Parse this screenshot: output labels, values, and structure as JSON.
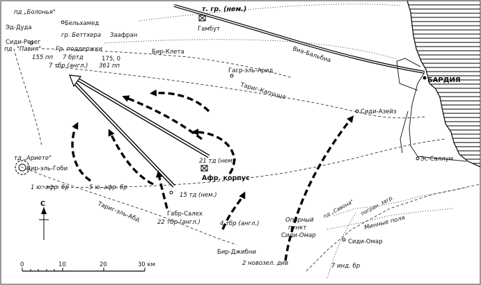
{
  "labels": {
    "bolonya": "пд „Болонья\"",
    "ed_duda": "Эд-Дуда",
    "belhamed": "Бельхамед",
    "gr_bettchera": "гр. Беттхера",
    "zaafran": "Заафран",
    "sidi_rezeg": "Сиди-Резег",
    "pavia": "пд",
    "pavia2": "\"Павия\"",
    "gr_podderzhki": "Гр. поддержки",
    "brtd7": "7 бртд",
    "pp155": "155 пп",
    "tbr7": "7 тбр (англ.)",
    "pt175": "175, 0",
    "pp361": "361 пп",
    "bir_kleta": "Бир-Клета",
    "gasr_el_arid": "Гаср-эль-Арид",
    "tg_nem": "т. гр. (нем.)",
    "gambut": "Гамбут",
    "via_balbia": "Виа-Бальбиа",
    "bardia": "БАРДИЯ",
    "tarik_kaputstso": "Тариг-Капуццо",
    "sidi_azeiz": "Сиди-Азейз",
    "td21": "21 тд (нем.)",
    "afr_korpus": "Афр. корпус",
    "td15": "15 тд (нем.)",
    "es_sallum": "Эс-Саллум",
    "td_ariete": "тд „Ариете\"",
    "bir_el_gobi": "Бир-эль-Гоби",
    "yuafr1": "1 ю.-афр. бр",
    "yuafr5": "5 ю.-афр. бр",
    "gabr_saleh": "Габр-Салех",
    "tbr22": "22 тбр (англ.)",
    "tbr4": "4 тбр (англ.)",
    "tarik_el_abd": "Тариг-эль-Абд",
    "bir_dzhibni": "Бир-Джибни",
    "novozel": "2 новозел. див",
    "opornyi1": "Опорный",
    "opornyi2": "пункт",
    "opornyi3": "Сиди-Омар",
    "pogran": "погран. загр.",
    "minnye": "Минные поля",
    "savona": "пд „Савона\"",
    "sidi_omar": "Сиди-Омар",
    "indbr7": "7 инд. бр",
    "north": "С"
  },
  "scale": {
    "ticks": [
      "0",
      "10",
      "20",
      "30 км"
    ]
  }
}
